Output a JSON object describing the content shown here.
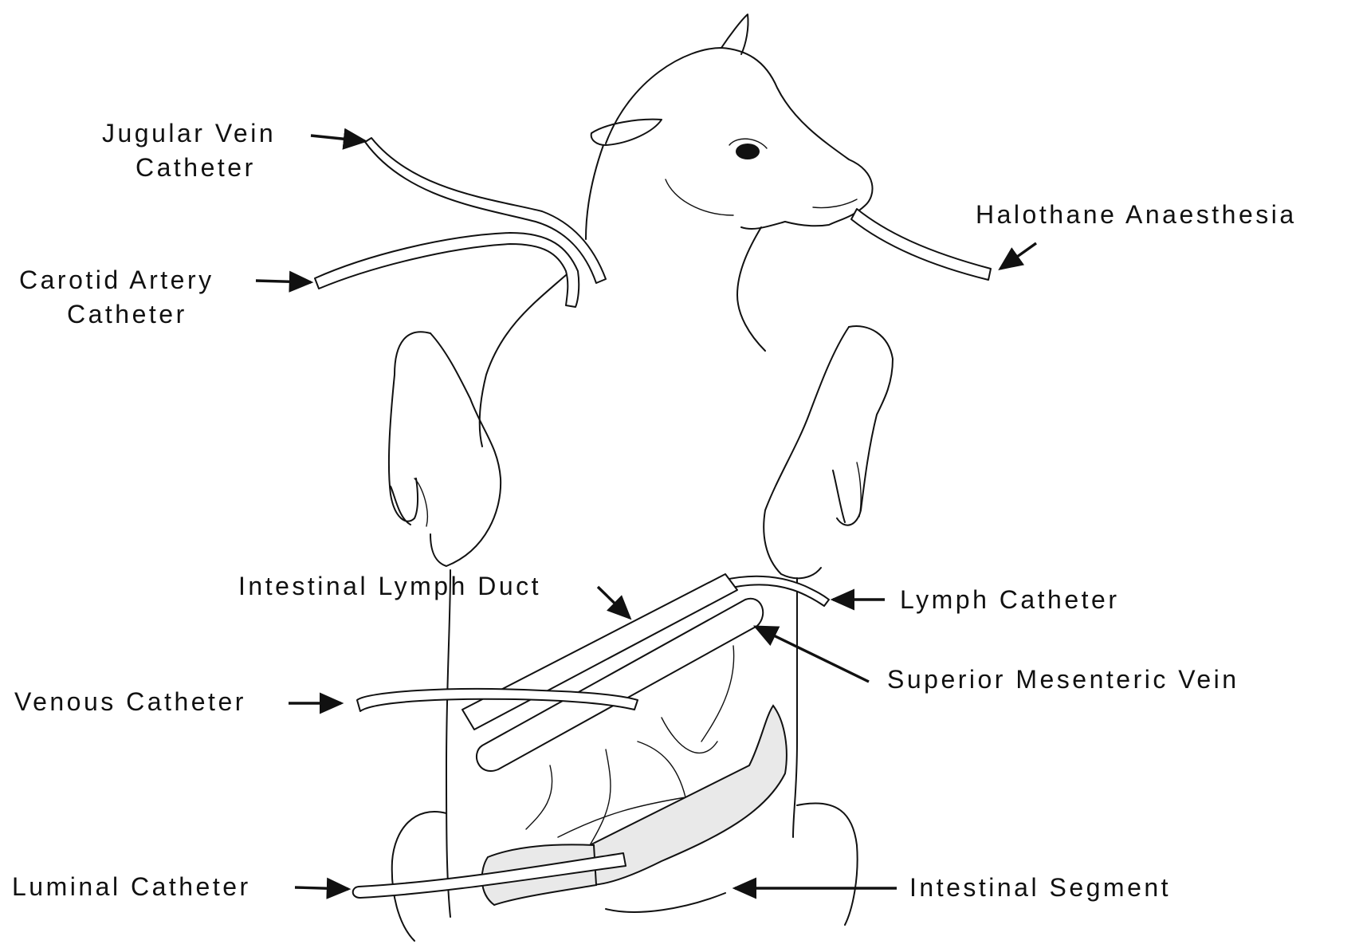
{
  "labels": {
    "jugular_line1": "Jugular Vein",
    "jugular_line2": "Catheter",
    "carotid_line1": "Carotid Artery",
    "carotid_line2": "Catheter",
    "halothane": "Halothane Anaesthesia",
    "intestinal_lymph_duct": "Intestinal Lymph Duct",
    "lymph_catheter": "Lymph Catheter",
    "superior_mesenteric_vein": "Superior Mesenteric Vein",
    "venous_catheter": "Venous Catheter",
    "luminal_catheter": "Luminal Catheter",
    "intestinal_segment": "Intestinal Segment"
  },
  "colors": {
    "ink": "#111111",
    "background": "#ffffff"
  }
}
